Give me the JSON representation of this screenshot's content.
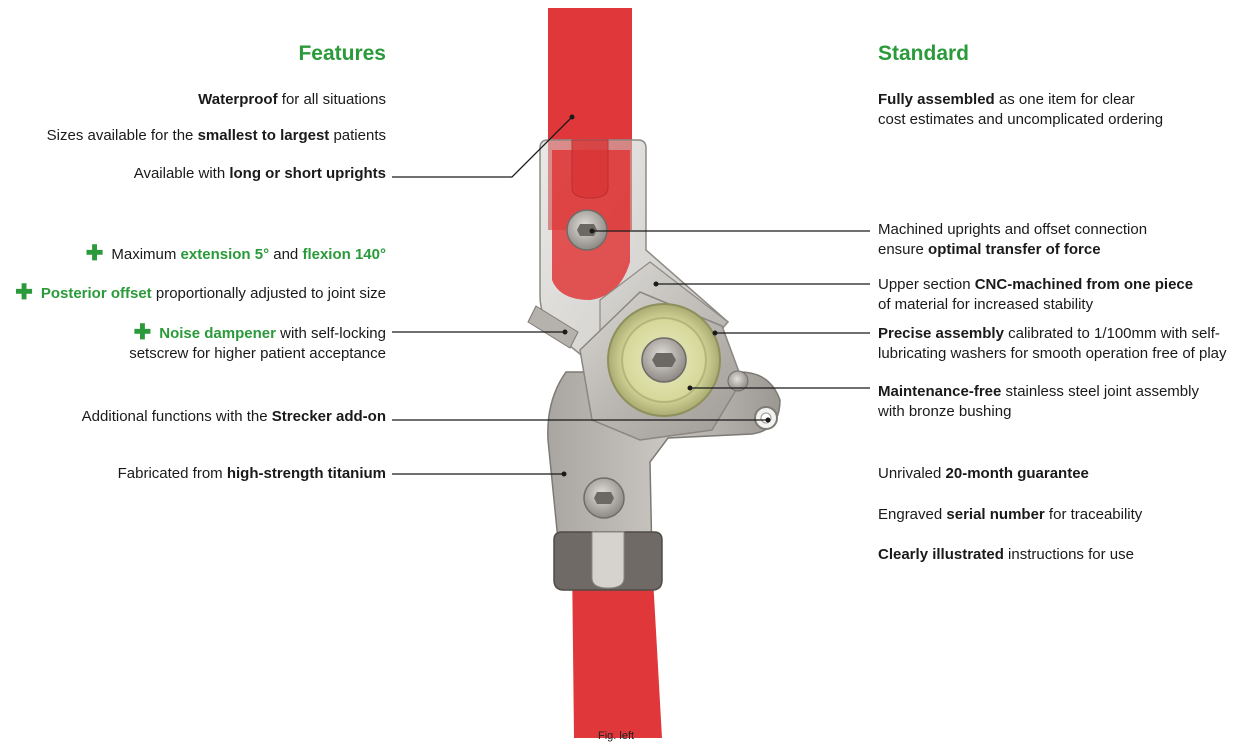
{
  "features": {
    "heading": "Features",
    "items": [
      {
        "parts": [
          {
            "t": "Waterproof",
            "b": true
          },
          {
            "t": " for all situations"
          }
        ]
      },
      {
        "parts": [
          {
            "t": "Sizes available for the "
          },
          {
            "t": "smallest to largest",
            "b": true
          },
          {
            "t": " patients"
          }
        ]
      },
      {
        "parts": [
          {
            "t": "Available with "
          },
          {
            "t": "long or short uprights",
            "b": true
          }
        ]
      },
      {
        "plus": true,
        "parts": [
          {
            "t": "Maximum "
          },
          {
            "t": "extension 5°",
            "b": true,
            "g": true
          },
          {
            "t": " and "
          },
          {
            "t": "flexion 140°",
            "b": true,
            "g": true
          }
        ]
      },
      {
        "plus": true,
        "parts": [
          {
            "t": "Posterior offset",
            "b": true,
            "g": true
          },
          {
            "t": " proportionally adjusted to joint size"
          }
        ]
      },
      {
        "plus": true,
        "parts": [
          {
            "t": "Noise dampener",
            "b": true,
            "g": true
          },
          {
            "t": " with self-locking"
          }
        ],
        "line2": "setscrew for higher patient acceptance"
      },
      {
        "parts": [
          {
            "t": "Additional functions with the "
          },
          {
            "t": "Strecker add-on",
            "b": true
          }
        ]
      },
      {
        "parts": [
          {
            "t": "Fabricated from "
          },
          {
            "t": "high-strength titanium",
            "b": true
          }
        ]
      }
    ]
  },
  "standard": {
    "heading": "Standard",
    "items": [
      {
        "parts": [
          {
            "t": "Fully assembled",
            "b": true
          },
          {
            "t": " as one item for clear"
          }
        ],
        "line2": "cost estimates and uncomplicated ordering"
      },
      {
        "parts": [
          {
            "t": "Machined uprights and offset connection"
          }
        ],
        "line2parts": [
          {
            "t": "ensure "
          },
          {
            "t": "optimal transfer of force",
            "b": true
          }
        ]
      },
      {
        "parts": [
          {
            "t": "Upper section "
          },
          {
            "t": "CNC-machined from one piece",
            "b": true
          }
        ],
        "line2": "of material for increased stability"
      },
      {
        "parts": [
          {
            "t": "Precise assembly",
            "b": true
          },
          {
            "t": " calibrated to 1/100mm with self-"
          }
        ],
        "line2": "lubricating washers for smooth operation free of play"
      },
      {
        "parts": [
          {
            "t": "Maintenance-free",
            "b": true
          },
          {
            "t": " stainless steel joint assembly"
          }
        ],
        "line2": "with bronze bushing"
      },
      {
        "parts": [
          {
            "t": "Unrivaled "
          },
          {
            "t": "20-month guarantee",
            "b": true
          }
        ]
      },
      {
        "parts": [
          {
            "t": "Engraved "
          },
          {
            "t": "serial number",
            "b": true
          },
          {
            "t": " for traceability"
          }
        ]
      },
      {
        "parts": [
          {
            "t": "Clearly illustrated",
            "b": true
          },
          {
            "t": " instructions for use"
          }
        ]
      }
    ]
  },
  "caption": "Fig. left",
  "colors": {
    "accent": "#2a9a3a",
    "upright": "#e0383a",
    "metal": "#bfbcb8",
    "bushing": "#d9dca0"
  }
}
